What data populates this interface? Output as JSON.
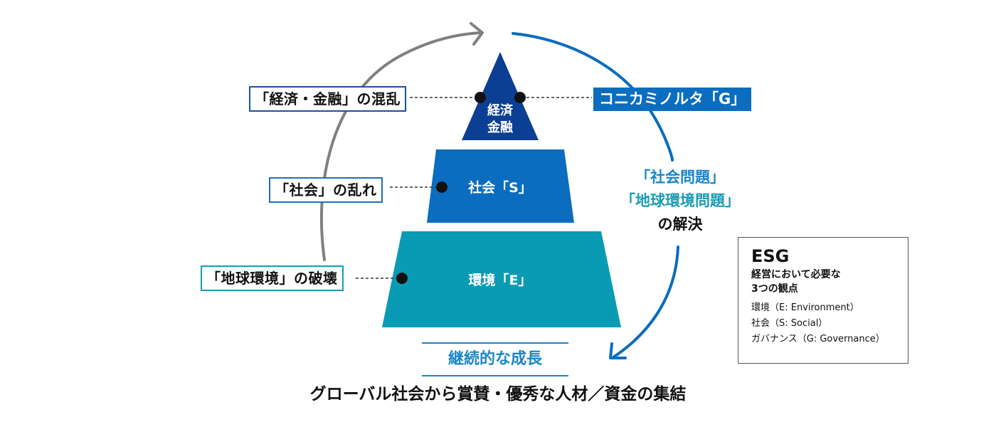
{
  "pyramid": {
    "tiers": [
      {
        "id": "G",
        "label_line1": "経済",
        "label_line2": "金融",
        "color": "#0b3f93"
      },
      {
        "id": "S",
        "label": "社会「S」",
        "color": "#0a6dbf"
      },
      {
        "id": "E",
        "label": "環境「E」",
        "color": "#0a9bb4"
      }
    ]
  },
  "left_labels": {
    "economy": "「経済・金融」の混乱",
    "society": "「社会」の乱れ",
    "environment": "「地球環境」の破壊"
  },
  "right": {
    "company_badge": "コニカミノルタ「G」",
    "solve_line1": "「社会問題」",
    "solve_line2": "「地球環境問題」",
    "solve_line3": "の解決"
  },
  "bottom": {
    "growth": "継続的な成長",
    "tagline": "グローバル社会から賞賛・優秀な人材／資金の集結"
  },
  "esg_box": {
    "title": "ESG",
    "subtitle_line1": "経営において必要な",
    "subtitle_line2": "3つの観点",
    "items": [
      "環境（E: Environment）",
      "社会（S: Social）",
      "ガバナンス（G: Governance）"
    ]
  },
  "colors": {
    "arc_gray": "#808080",
    "arc_blue": "#0a6dbf",
    "accent_cyan": "#1a86c8",
    "teal": "#1a9bb3"
  }
}
